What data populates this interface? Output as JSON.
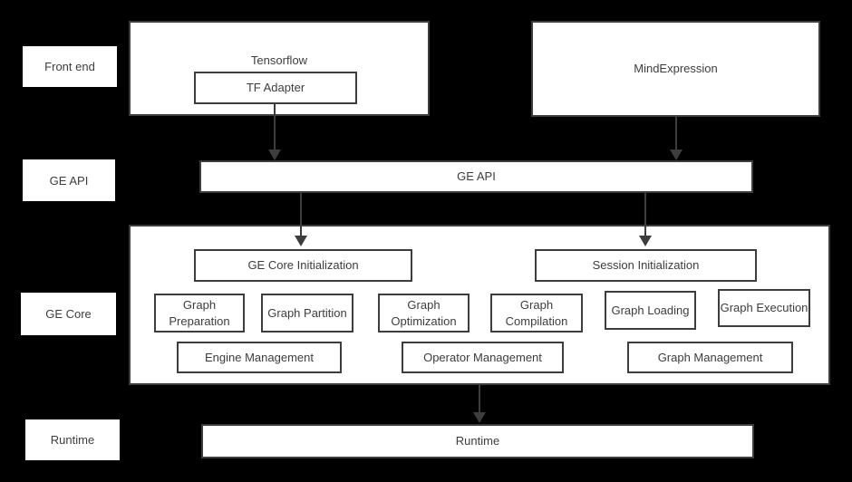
{
  "colors": {
    "background": "#000000",
    "box_fill": "#ffffff",
    "border": "#3d3d3d",
    "text": "#3d3d3d",
    "arrow": "#3d3d3d"
  },
  "side_labels": {
    "front_end": "Front end",
    "ge_api": "GE API",
    "ge_core": "GE Core",
    "runtime": "Runtime"
  },
  "front_end": {
    "tensorflow_title": "Tensorflow",
    "tf_adapter": "TF Adapter",
    "mind_expression": "MindExpression"
  },
  "ge_api": {
    "label": "GE API"
  },
  "ge_core": {
    "init": [
      "GE Core Initialization",
      "Session Initialization"
    ],
    "stages": [
      "Graph Preparation",
      "Graph Partition",
      "Graph Optimization",
      "Graph Compilation",
      "Graph Loading",
      "Graph Execution"
    ],
    "management": [
      "Engine Management",
      "Operator Management",
      "Graph Management"
    ]
  },
  "runtime": {
    "label": "Runtime"
  }
}
